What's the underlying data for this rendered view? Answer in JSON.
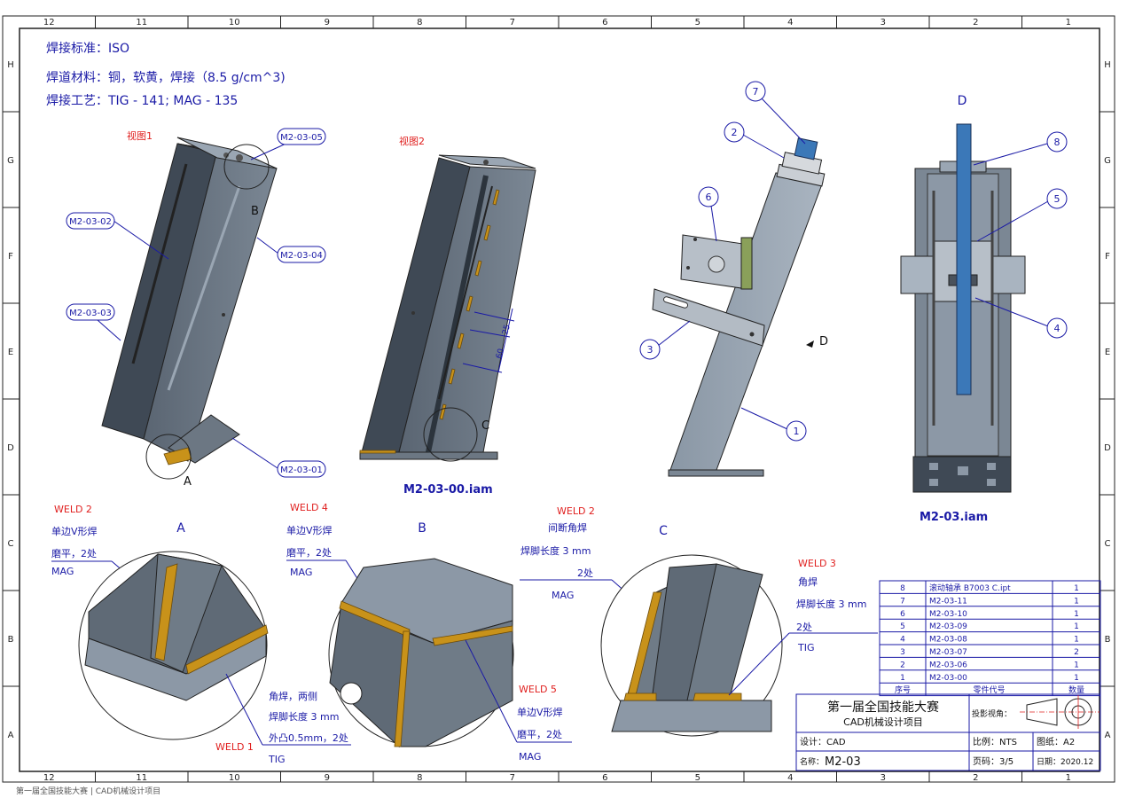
{
  "notes": {
    "standard": "焊接标准：ISO",
    "material": "焊道材料：铜，软黄，焊接（8.5 g/cm^3)",
    "process": "焊接工艺：TIG - 141;  MAG - 135"
  },
  "grid": {
    "columns": [
      "12",
      "11",
      "10",
      "9",
      "8",
      "7",
      "6",
      "5",
      "4",
      "3",
      "2",
      "1"
    ],
    "rows": [
      "H",
      "G",
      "F",
      "E",
      "D",
      "C",
      "B",
      "A"
    ]
  },
  "views": {
    "view1": {
      "title": "视图1",
      "detail_a": "A",
      "detail_b": "B"
    },
    "view2": {
      "title": "视图2",
      "detail_c": "C",
      "dim_25": "25",
      "dim_60": "60"
    },
    "assembly_name": "M2-03-00.iam",
    "exploded_d": "D",
    "view_d_title": "D",
    "final_name": "M2-03.iam"
  },
  "callouts": {
    "c05": "M2-03-05",
    "c02": "M2-03-02",
    "c04": "M2-03-04",
    "c03": "M2-03-03",
    "c01": "M2-03-01"
  },
  "balloons": {
    "b1": "1",
    "b2": "2",
    "b3": "3",
    "b4": "4",
    "b5": "5",
    "b6": "6",
    "b7": "7",
    "b8": "8"
  },
  "details": {
    "a": {
      "title": "A",
      "weld2": "WELD 2",
      "weld2_type": "单边V形焊",
      "weld2_finish": "磨平，2处",
      "weld2_proc": "MAG",
      "weld1": "WELD 1",
      "weld1_type": "角焊，两侧",
      "weld1_leg": "焊脚长度 3 mm",
      "weld1_conv": "外凸0.5mm，2处",
      "weld1_proc": "TIG"
    },
    "b": {
      "title": "B",
      "weld4": "WELD 4",
      "weld4_type": "单边V形焊",
      "weld4_finish": "磨平，2处",
      "weld4_proc": "MAG",
      "weld5": "WELD 5",
      "weld5_type": "单边V形焊",
      "weld5_finish": "磨平，2处",
      "weld5_proc": "MAG"
    },
    "c": {
      "title": "C",
      "weld2": "WELD 2",
      "weld2_type": "间断角焊",
      "weld2_leg": "焊脚长度 3 mm",
      "weld2_count": "2处",
      "weld2_proc": "MAG",
      "weld3": "WELD 3",
      "weld3_type": "角焊",
      "weld3_leg": "焊脚长度 3 mm",
      "weld3_count": "2处",
      "weld3_proc": "TIG"
    }
  },
  "bom": {
    "rows": [
      {
        "no": "8",
        "code": "滚动轴承 B7003 C.ipt",
        "qty": "1"
      },
      {
        "no": "7",
        "code": "M2-03-11",
        "qty": "1"
      },
      {
        "no": "6",
        "code": "M2-03-10",
        "qty": "1"
      },
      {
        "no": "5",
        "code": "M2-03-09",
        "qty": "1"
      },
      {
        "no": "4",
        "code": "M2-03-08",
        "qty": "1"
      },
      {
        "no": "3",
        "code": "M2-03-07",
        "qty": "2"
      },
      {
        "no": "2",
        "code": "M2-03-06",
        "qty": "1"
      },
      {
        "no": "1",
        "code": "M2-03-00",
        "qty": "1"
      }
    ],
    "header": {
      "no": "序号",
      "code": "零件代号",
      "qty": "数量"
    }
  },
  "titleblock": {
    "competition": "第一届全国技能大赛",
    "project": "CAD机械设计项目",
    "projection": "投影视角：",
    "designer": "设计：CAD",
    "name_label": "名称：",
    "name": "M2-03",
    "scale": "比例：NTS",
    "sheet_size": "图纸：A2",
    "page": "页码：3/5",
    "date": "日期：2020.12"
  },
  "footer": "第一届全国技能大赛 | CAD机械设计项目"
}
